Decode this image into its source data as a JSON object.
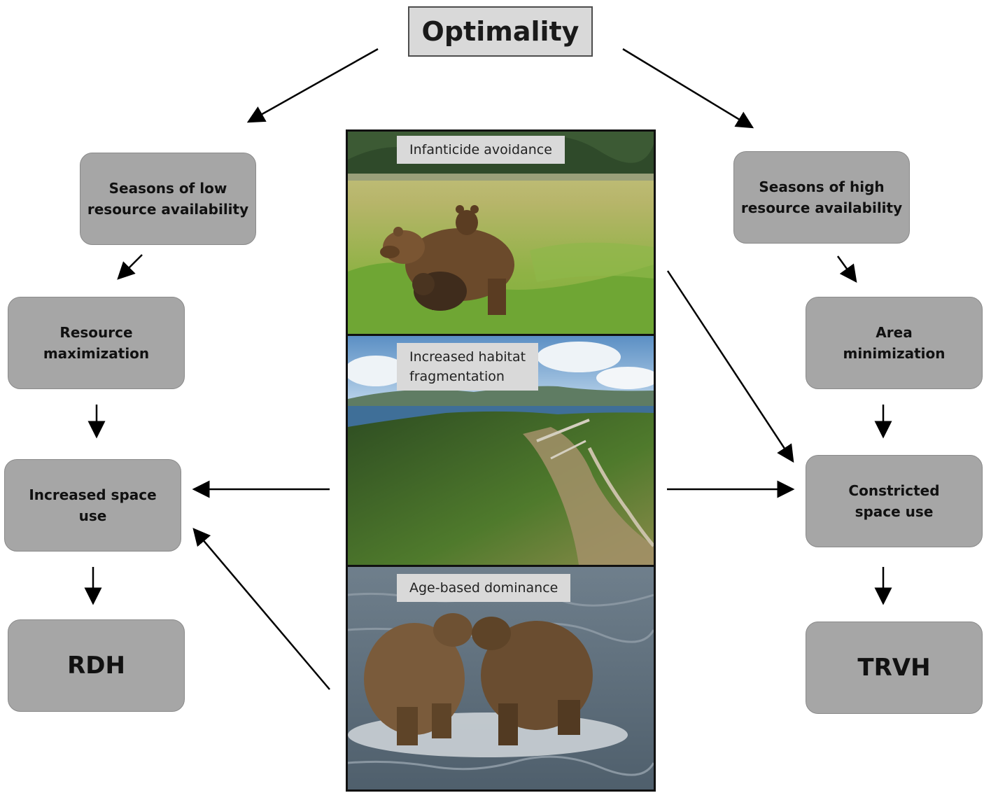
{
  "title": "Optimality",
  "left": {
    "season": "Seasons of low\nresource availability",
    "strategy": "Resource\nmaximization",
    "space_use": "Increased space\nuse",
    "hypothesis": "RDH"
  },
  "right": {
    "season": "Seasons of high\nresource availability",
    "strategy": "Area\nminimization",
    "space_use": "Constricted\nspace use",
    "hypothesis": "TRVH"
  },
  "photos": {
    "top_label": "Infanticide avoidance",
    "middle_label": "Increased habitat\nfragmentation",
    "bottom_label": "Age-based dominance"
  },
  "colors": {
    "node_fill": "#a6a6a6",
    "title_fill": "#d9d9d9",
    "arrow": "#000000"
  }
}
